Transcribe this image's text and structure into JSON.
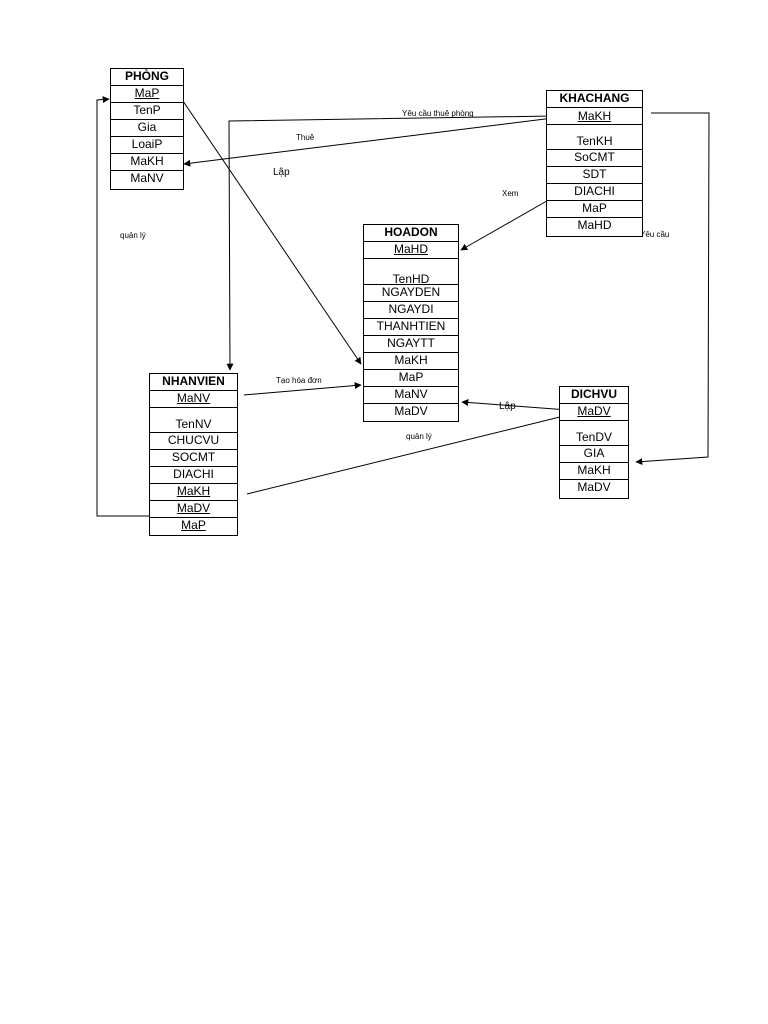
{
  "entities": {
    "phong": {
      "title": "PHÒNG",
      "fields": [
        "MaP",
        "TenP",
        "Gia",
        "LoaiP",
        "MaKH",
        "MaNV"
      ]
    },
    "khachang": {
      "title": "KHACHANG",
      "fields": [
        "MaKH",
        "TenKH",
        "SoCMT",
        "SDT",
        "DIACHI",
        "MaP",
        "MaHD"
      ]
    },
    "hoadon": {
      "title": "HOADON",
      "fields": [
        "MaHD",
        "TenHD",
        "NGAYDEN",
        "NGAYDI",
        "THANHTIEN",
        "NGAYTT",
        "MaKH",
        "MaP",
        "MaNV",
        "MaDV"
      ]
    },
    "nhanvien": {
      "title": "NHANVIEN",
      "fields": [
        "MaNV",
        "TenNV",
        "CHUCVU",
        "SOCMT",
        "DIACHI",
        "MaKH",
        "MaDV",
        "MaP"
      ]
    },
    "dichvu": {
      "title": "DICHVU",
      "fields": [
        "MaDV",
        "TenDV",
        "GIA",
        "MaKH",
        "MaDV"
      ]
    }
  },
  "relationships": {
    "yeu_cau_thue_phong": "Yêu cầu thuê phòng",
    "thue": "Thuê",
    "lap_1": "Lập",
    "xem": "Xem",
    "quan_ly_1": "quản lý",
    "yeu_cau": "Yêu cầu",
    "tao_hoa_don": "Tạo hóa đơn",
    "lap_2": "Lập",
    "quan_ly_2": "quản lý"
  },
  "colors": {
    "line": "#000000",
    "border": "#000000",
    "background": "#ffffff"
  }
}
